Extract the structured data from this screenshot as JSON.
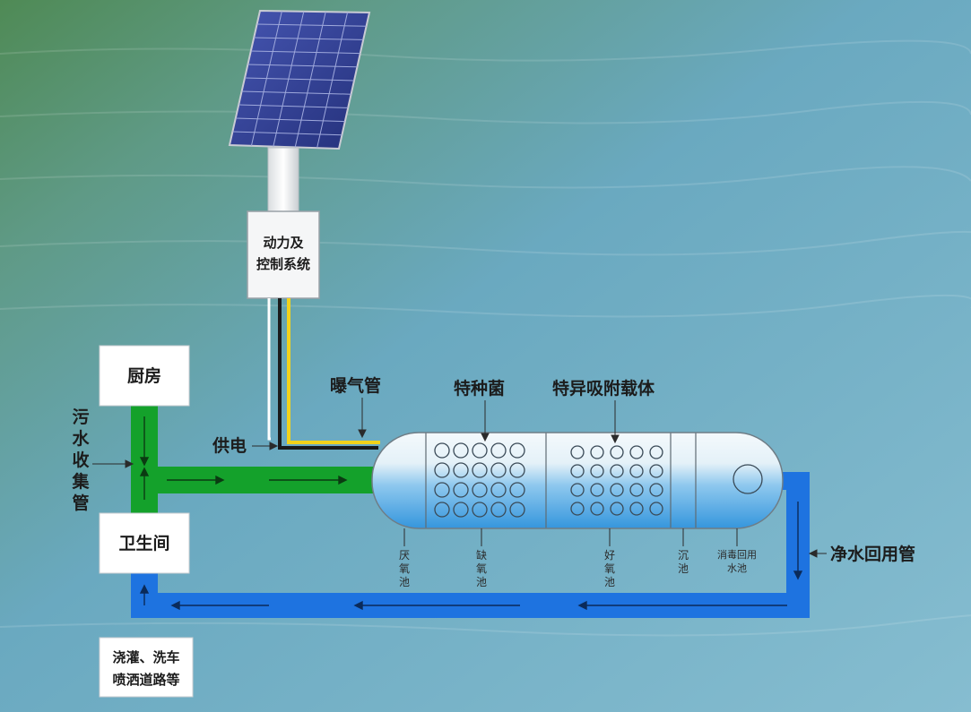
{
  "labels": {
    "control_box": [
      "动力及",
      "控制系统"
    ],
    "aeration_pipe": "曝气管",
    "power_supply": "供电",
    "special_bacteria": "特种菌",
    "adsorption_carrier": "特异吸附载体",
    "kitchen": "厨房",
    "sewage_collection_pipe": [
      "污",
      "水",
      "收",
      "集",
      "管"
    ],
    "toilet": "卫生间",
    "reuse_outlet": [
      "浇灌、洗车",
      "喷洒道路等"
    ],
    "clean_water_pipe": "净水回用管",
    "tank_sections": [
      {
        "id": "anaerobic",
        "chars": [
          "厌",
          "氧",
          "池"
        ]
      },
      {
        "id": "anoxic",
        "chars": [
          "缺",
          "氧",
          "池"
        ]
      },
      {
        "id": "aerobic",
        "chars": [
          "好",
          "氧",
          "池"
        ]
      },
      {
        "id": "settling",
        "chars": [
          "沉",
          "池"
        ]
      },
      {
        "id": "disinfection",
        "lines": [
          "消毒回用",
          "水池"
        ]
      }
    ]
  },
  "colors": {
    "sewage_pipe": "#14a12b",
    "clean_pipe": "#1e73e0",
    "label_box": "#ffffff",
    "power_wire": "#1a1a1a",
    "aeration_wire": "#f2d21b",
    "solar_panel": "#2f3f9a"
  }
}
